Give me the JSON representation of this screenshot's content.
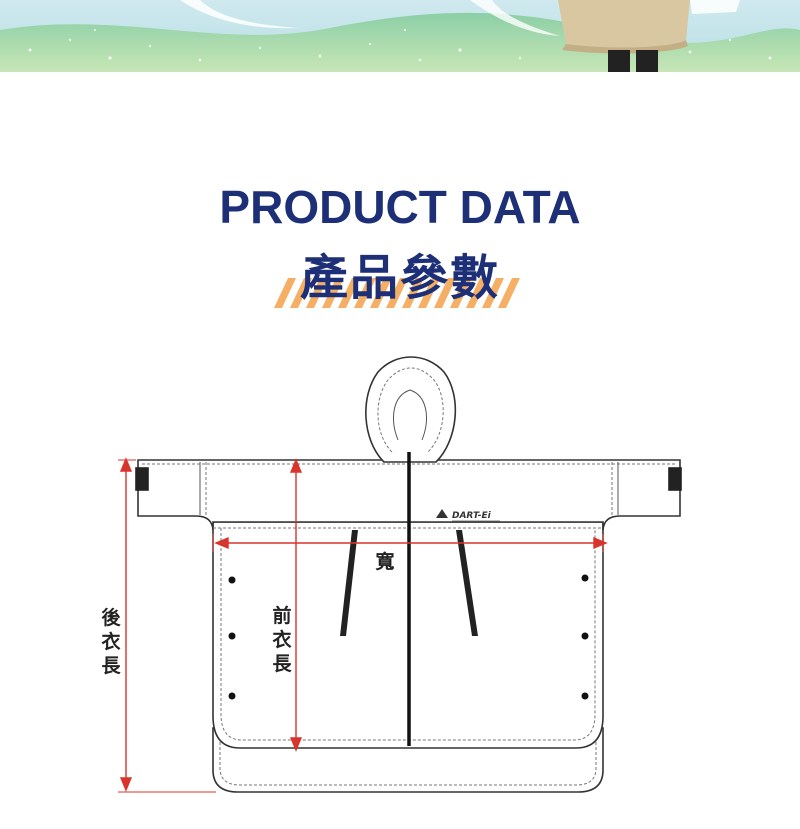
{
  "header": {
    "title_en": "PRODUCT DATA",
    "title_zh": "產品參數"
  },
  "diagram": {
    "logo_text": "DART-Ei",
    "labels": {
      "width": "寬",
      "front_length": [
        "前",
        "衣",
        "長"
      ],
      "back_length": [
        "後",
        "衣",
        "長"
      ]
    }
  },
  "colors": {
    "navy": "#1c2f77",
    "accent_orange": "#f3a24a",
    "dimension_red": "#d9342b",
    "banner_green": "#9fd3b0"
  }
}
